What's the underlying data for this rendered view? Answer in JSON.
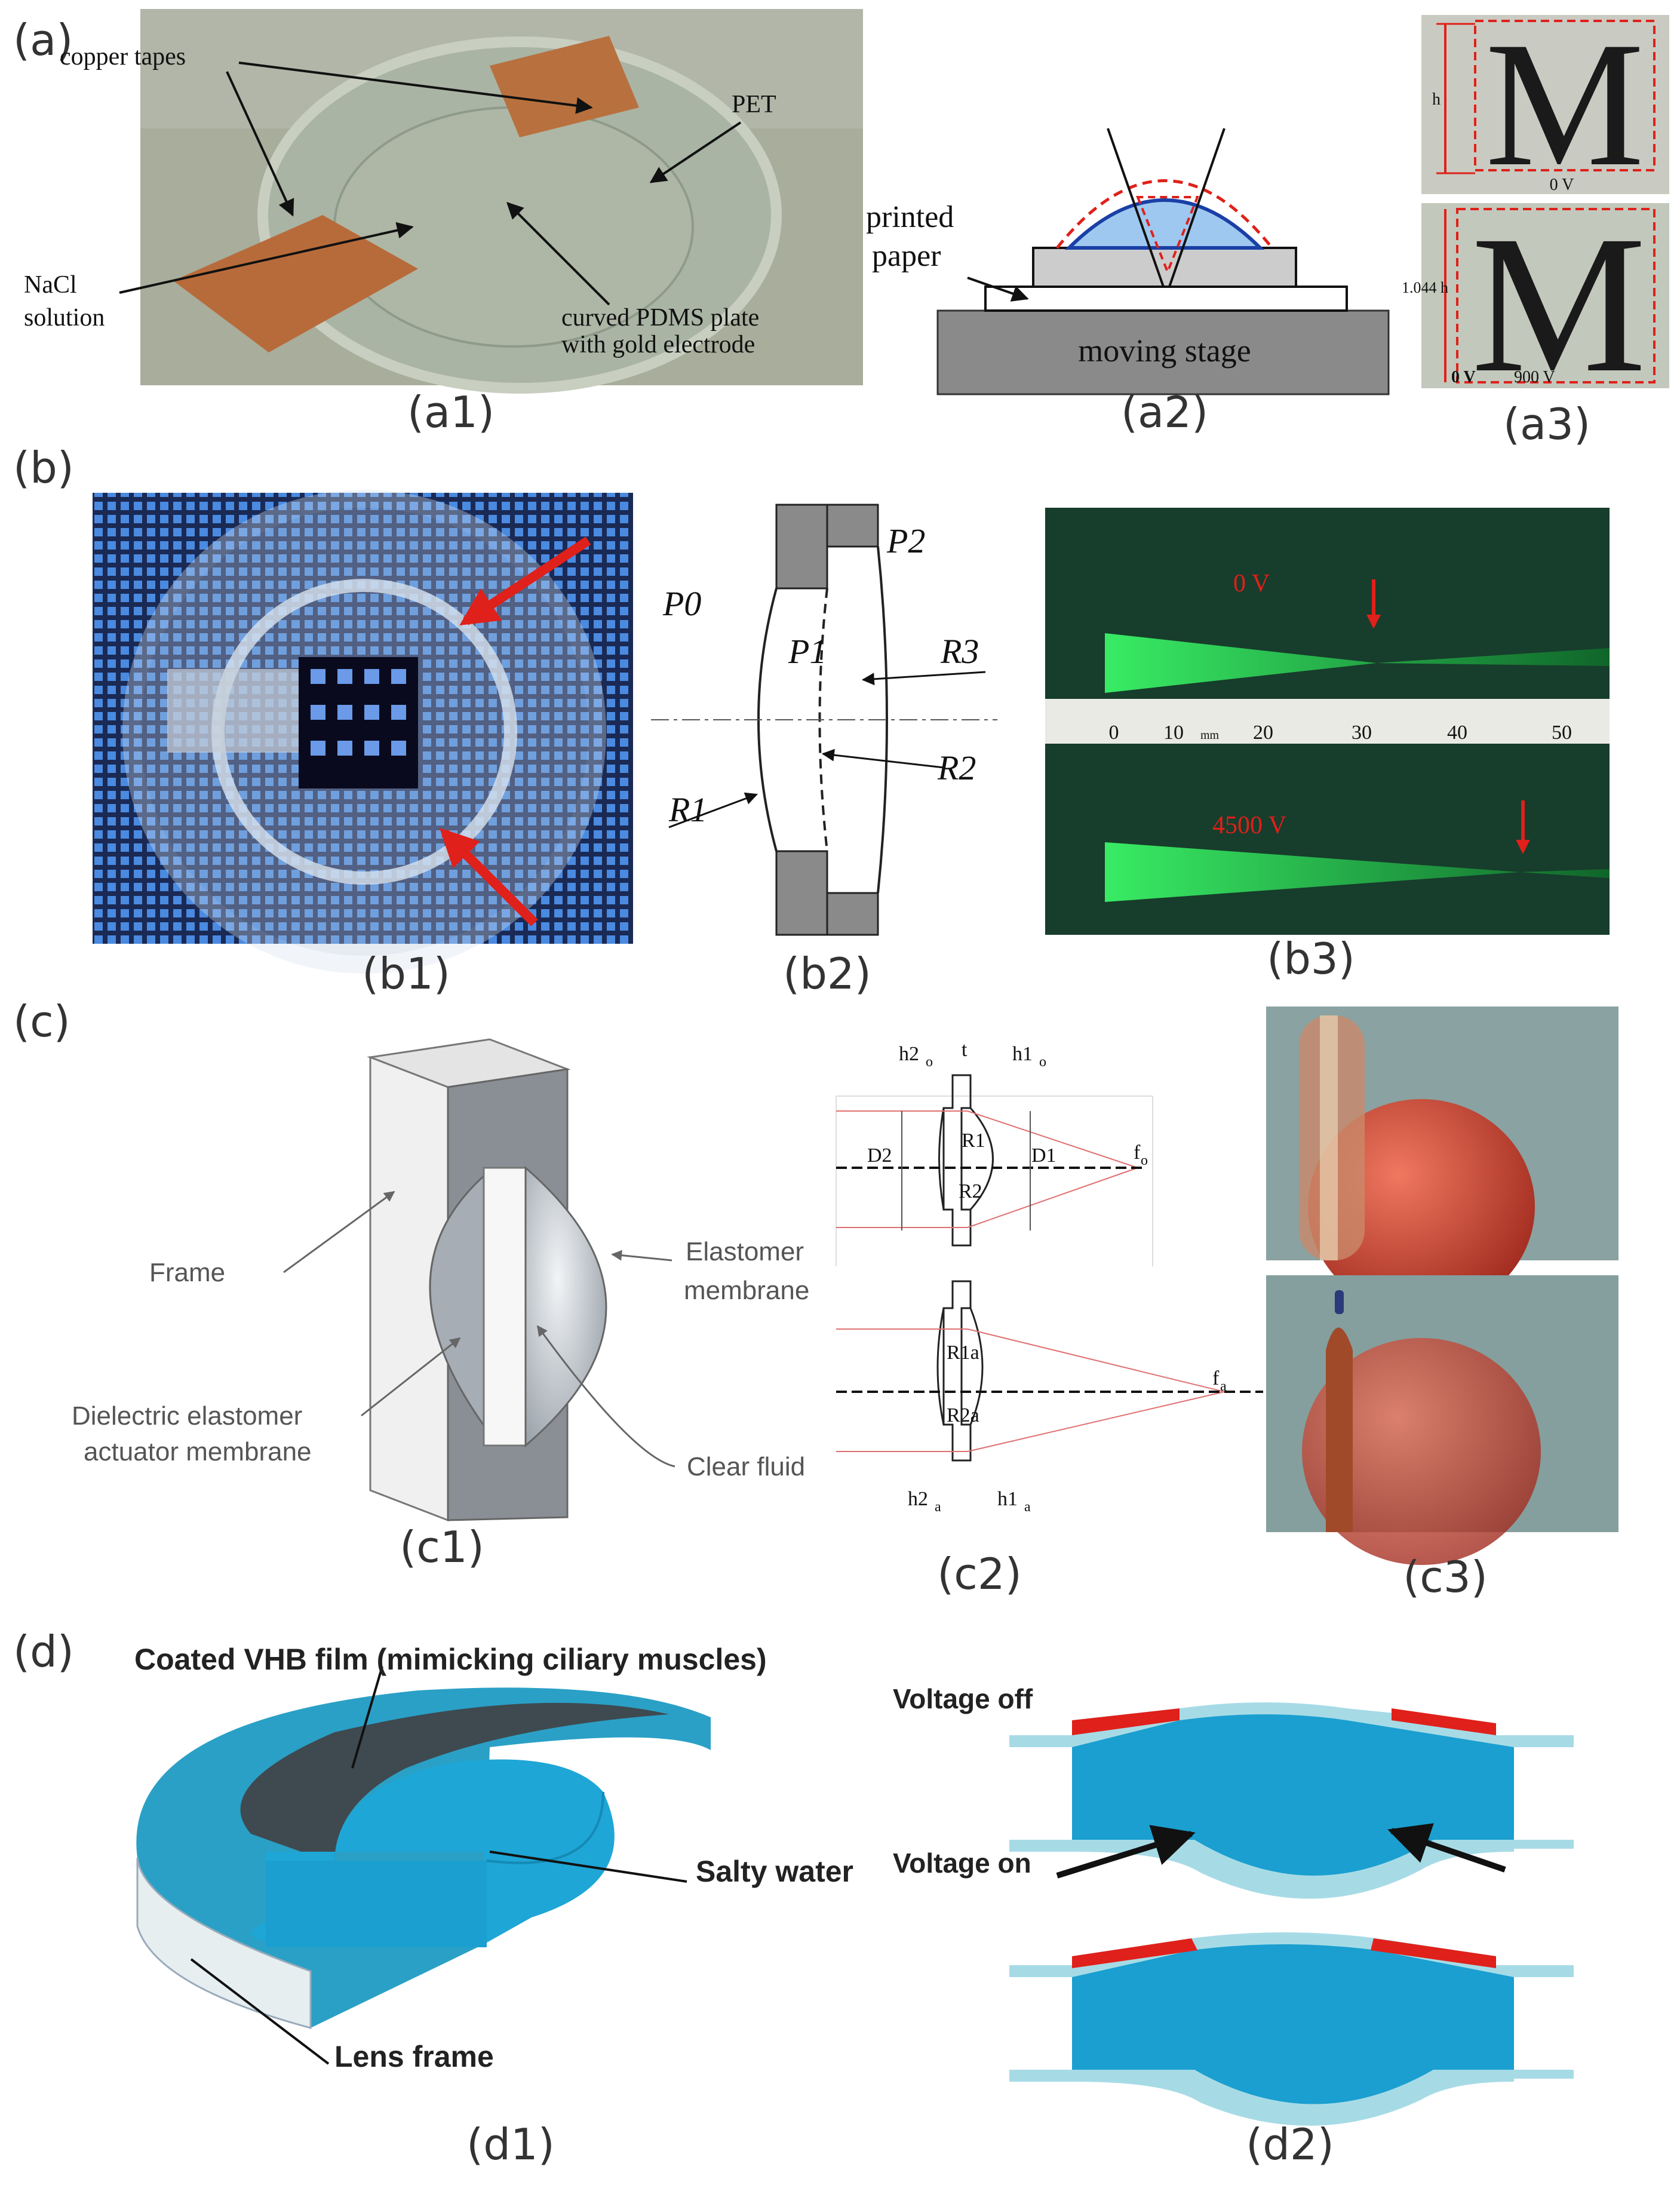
{
  "sections": {
    "a": "(a)",
    "b": "(b)",
    "c": "(c)",
    "d": "(d)"
  },
  "captions": {
    "a1": "(a1)",
    "a2": "(a2)",
    "a3": "(a3)",
    "b1": "(b1)",
    "b2": "(b2)",
    "b3": "(b3)",
    "c1": "(c1)",
    "c2": "(c2)",
    "c3": "(c3)",
    "d1": "(d1)",
    "d2": "(d2)"
  },
  "a1": {
    "copper": "copper tapes",
    "pet": "PET",
    "nacl1": "NaCl",
    "nacl2": "solution",
    "pdms1": "curved PDMS plate",
    "pdms2": "with gold electrode"
  },
  "a2": {
    "paper1": "printed",
    "paper2": "paper",
    "stage": "moving stage"
  },
  "a3": {
    "letter": "M",
    "h": "h",
    "v0": "0 V",
    "h2": "1.044 h",
    "v0b": "0 V",
    "v900": "900 V"
  },
  "b2": {
    "p0": "P0",
    "p1": "P1",
    "p2": "P2",
    "r1": "R1",
    "r2": "R2",
    "r3": "R3"
  },
  "b3": {
    "v0": "0 V",
    "v4500": "4500 V",
    "t0": "0",
    "t10": "10",
    "tmm": "mm",
    "t20": "20",
    "t30": "30",
    "t40": "40",
    "t50": "50"
  },
  "c1": {
    "frame": "Frame",
    "elast1": "Elastomer",
    "elast2": "membrane",
    "dielec1": "Dielectric elastomer",
    "dielec2": "actuator membrane",
    "fluid": "Clear fluid"
  },
  "c2": {
    "h2o": "h2",
    "h2o_sub": "o",
    "t": "t",
    "h1o": "h1",
    "h1o_sub": "o",
    "r1": "R1",
    "d2": "D2",
    "d1": "D1",
    "fo": "f",
    "fo_sub": "o",
    "r2": "R2",
    "r1a": "R1a",
    "fa": "f",
    "fa_sub": "a",
    "r2a": "R2a",
    "h2a": "h2",
    "h2a_sub": "a",
    "h1a": "h1",
    "h1a_sub": "a"
  },
  "d1": {
    "vhb": "Coated VHB film (mimicking ciliary muscles)",
    "salty": "Salty water",
    "frame": "Lens frame"
  },
  "d2": {
    "off": "Voltage off",
    "on": "Voltage on"
  }
}
